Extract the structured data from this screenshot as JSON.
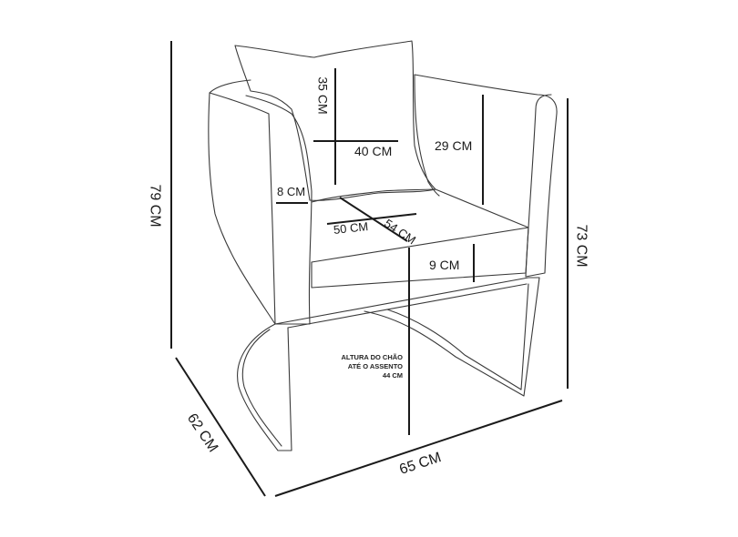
{
  "diagram": {
    "subject": "armchair with cushion and sled base",
    "stroke_color": "#3a3a3a",
    "dimension_color": "#1a1a1a",
    "background": "#ffffff"
  },
  "dimensions": {
    "total_height": "79 CM",
    "arm_height": "73 CM",
    "depth": "62 CM",
    "width": "65 CM",
    "cushion_height": "35 CM",
    "cushion_width": "40 CM",
    "backrest_height": "29 CM",
    "arm_thickness": "8 CM",
    "seat_width": "50 CM",
    "seat_depth": "54 CM",
    "seat_thickness": "9 CM"
  },
  "seat_height_note": {
    "line1": "ALTURA DO CHÃO",
    "line2": "ATÉ O ASSENTO",
    "line3": "44 CM"
  }
}
